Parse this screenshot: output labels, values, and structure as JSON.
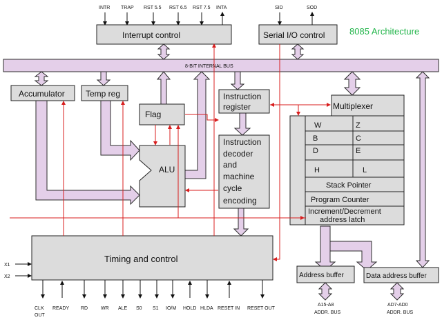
{
  "title": "8085 Architecture",
  "colors": {
    "bus_fill": "#e4cfe9",
    "block_fill": "#dcdcdc",
    "red_line": "#d81e1e",
    "title": "#22b54a"
  },
  "interrupt": {
    "label": "Interrupt control",
    "pins": [
      "INTR",
      "TRAP",
      "RST 5.5",
      "RST 6.5",
      "RST 7.5",
      "INTA"
    ]
  },
  "serial": {
    "label": "Serial I/O control",
    "pins": [
      "SID",
      "SOD"
    ]
  },
  "bus_label": "8-BIT INTERNAL BUS",
  "blocks": {
    "accumulator": "Accumulator",
    "temp_reg": "Temp reg",
    "flag": "Flag",
    "alu": "ALU",
    "instruction_register": [
      "Instruction",
      "register"
    ],
    "decoder": [
      "Instruction",
      "decoder",
      "and",
      "machine",
      "cycle",
      "encoding"
    ],
    "multiplexer": "Multiplexer",
    "timing": "Timing and control",
    "address_buffer": "Address buffer",
    "data_address_buffer": "Data address buffer"
  },
  "registers": {
    "pairs": [
      [
        "W",
        "Z"
      ],
      [
        "B",
        "C"
      ],
      [
        "D",
        "E"
      ],
      [
        "H",
        "L"
      ]
    ],
    "stack_pointer": "Stack Pointer",
    "program_counter": "Program Counter",
    "inc_dec": [
      "Increment/Decrement",
      "address latch"
    ]
  },
  "clock_inputs": [
    "X1",
    "X2"
  ],
  "control_pins": [
    "CLK OUT",
    "READY",
    "RD",
    "WR",
    "ALE",
    "S0",
    "S1",
    "IO/M",
    "HOLD",
    "HLDA",
    "RESET IN",
    "RESET OUT"
  ],
  "address_bus": [
    "A15-A8",
    "ADDR. BUS"
  ],
  "data_bus": [
    "AD7-AD0",
    "ADDR. BUS"
  ]
}
